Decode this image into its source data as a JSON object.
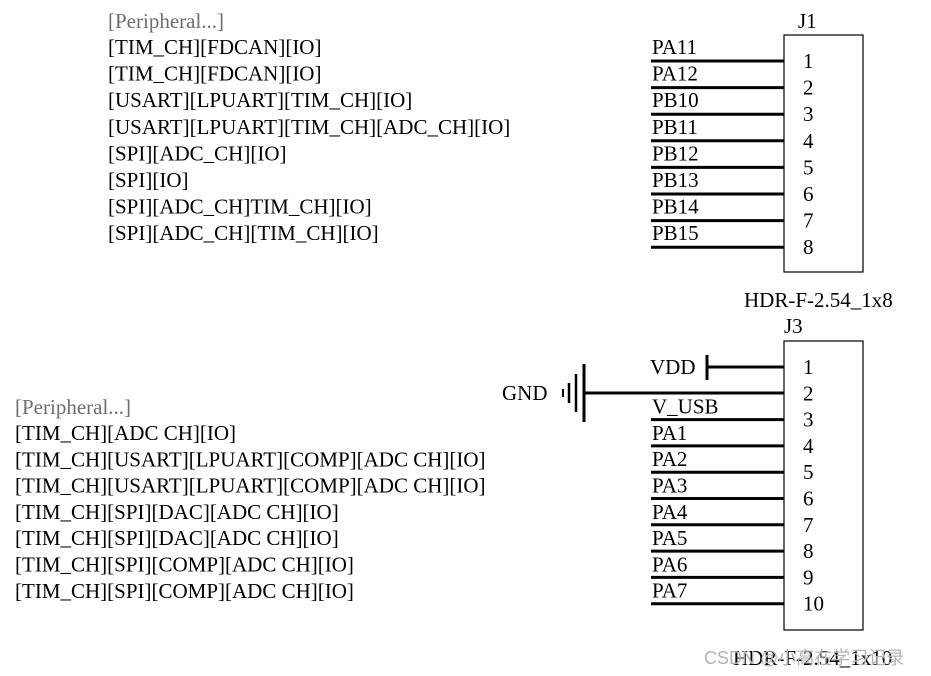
{
  "colors": {
    "ink": "#000000",
    "muted": "#6e6e6e",
    "watermark": "#b4b4b4"
  },
  "j1": {
    "designator": "J1",
    "footprint": "HDR-F-2.54_1x8",
    "peripheral_heading": "[Peripheral...]",
    "pins": [
      {
        "number": "1",
        "net": "PA11",
        "function": "[TIM_CH][FDCAN][IO]"
      },
      {
        "number": "2",
        "net": "PA12",
        "function": "[TIM_CH][FDCAN][IO]"
      },
      {
        "number": "3",
        "net": "PB10",
        "function": "[USART][LPUART][TIM_CH][IO]"
      },
      {
        "number": "4",
        "net": "PB11",
        "function": "[USART][LPUART][TIM_CH][ADC_CH][IO]"
      },
      {
        "number": "5",
        "net": "PB12",
        "function": "[SPI][ADC_CH][IO]"
      },
      {
        "number": "6",
        "net": "PB13",
        "function": "[SPI][IO]"
      },
      {
        "number": "7",
        "net": "PB14",
        "function": "[SPI][ADC_CH]TIM_CH][IO]"
      },
      {
        "number": "8",
        "net": "PB15",
        "function": "[SPI][ADC_CH][TIM_CH][IO]"
      }
    ]
  },
  "j3": {
    "designator": "J3",
    "footprint": "HDR-F-2.54_1x10",
    "peripheral_heading": "[Peripheral...]",
    "power_symbols": {
      "vdd": "VDD",
      "gnd": "GND"
    },
    "pins": [
      {
        "number": "1",
        "net": "VDD",
        "function": ""
      },
      {
        "number": "2",
        "net": "GND",
        "function": ""
      },
      {
        "number": "3",
        "net": "V_USB",
        "function": ""
      },
      {
        "number": "4",
        "net": "PA1",
        "function": "[TIM_CH][ADC CH][IO]"
      },
      {
        "number": "5",
        "net": "PA2",
        "function": "[TIM_CH][USART][LPUART][COMP][ADC CH][IO]"
      },
      {
        "number": "6",
        "net": "PA3",
        "function": "[TIM_CH][USART][LPUART][COMP][ADC CH][IO]"
      },
      {
        "number": "7",
        "net": "PA4",
        "function": "[TIM_CH][SPI][DAC][ADC CH][IO]"
      },
      {
        "number": "8",
        "net": "PA5",
        "function": "[TIM_CH][SPI][DAC][ADC CH][IO]"
      },
      {
        "number": "9",
        "net": "PA6",
        "function": "[TIM_CH][SPI][COMP][ADC CH][IO]"
      },
      {
        "number": "10",
        "net": "PA7",
        "function": "[TIM_CH][SPI][COMP][ADC CH][IO]"
      }
    ]
  },
  "watermark": "CSDN @小高在学习记录"
}
